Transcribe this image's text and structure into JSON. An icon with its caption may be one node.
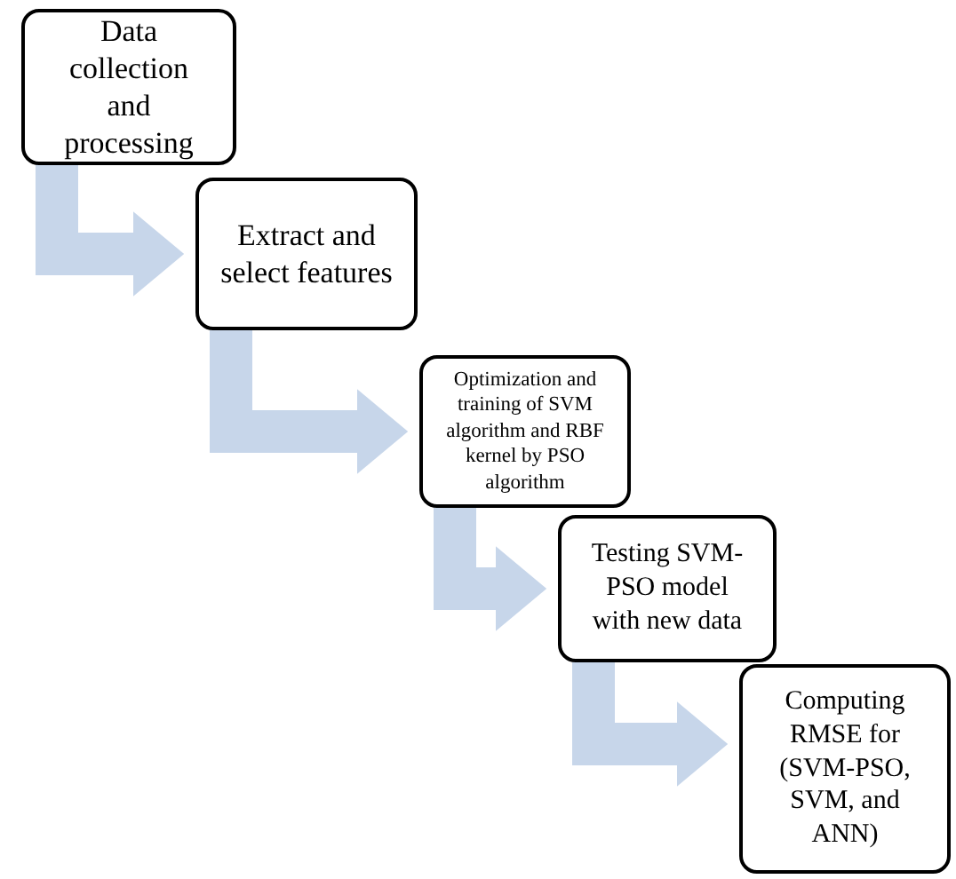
{
  "diagram": {
    "nodes": [
      {
        "text": [
          "Data collection and processing"
        ]
      },
      {
        "text": [
          "Extract and select features"
        ]
      },
      {
        "text": [
          "Optimization and training of SVM algorithm and RBF kernel by PSO algorithm"
        ]
      },
      {
        "text": [
          "Testing SVM-PSO model with new data"
        ]
      },
      {
        "text": [
          "Computing RMSE for (SVM-PSO, SVM, and ANN)"
        ]
      }
    ],
    "edges": [
      {
        "from": 0,
        "to": 1,
        "arrow": "to"
      },
      {
        "from": 1,
        "to": 2,
        "arrow": "to"
      },
      {
        "from": 2,
        "to": 3,
        "arrow": "to"
      },
      {
        "from": 3,
        "to": 4,
        "arrow": "to"
      }
    ]
  }
}
